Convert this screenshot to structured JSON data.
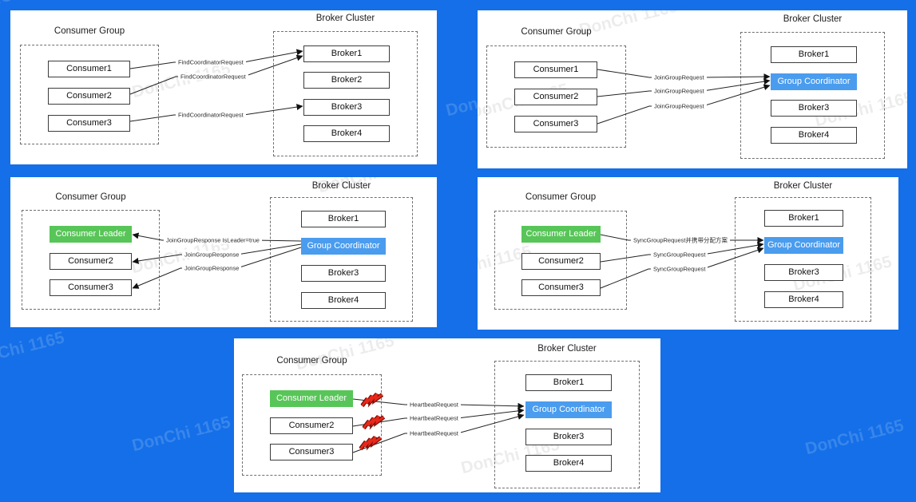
{
  "watermark": "DonChi 1165",
  "colors": {
    "background": "#146fe8",
    "group_coordinator": "#4a9cee",
    "consumer_leader": "#58c558",
    "lightning_bolt": "#e8281a"
  },
  "panels": [
    {
      "consumer_group_title": "Consumer Group",
      "broker_cluster_title": "Broker Cluster",
      "consumers": [
        "Consumer1",
        "Consumer2",
        "Consumer3"
      ],
      "brokers": [
        "Broker1",
        "Broker2",
        "Broker3",
        "Broker4"
      ],
      "messages": [
        "FindCoordinatorRequest",
        "FindCoordinatorRequest",
        "FindCoordinatorRequest"
      ]
    },
    {
      "consumer_group_title": "Consumer Group",
      "broker_cluster_title": "Broker Cluster",
      "consumers": [
        "Consumer1",
        "Consumer2",
        "Consumer3"
      ],
      "brokers": [
        "Broker1",
        "Group Coordinator",
        "Broker3",
        "Broker4"
      ],
      "messages": [
        "JoinGroupRequest",
        "JoinGroupRequest",
        "JoinGroupRequest"
      ]
    },
    {
      "consumer_group_title": "Consumer Group",
      "broker_cluster_title": "Broker Cluster",
      "consumers": [
        "Consumer Leader",
        "Consumer2",
        "Consumer3"
      ],
      "brokers": [
        "Broker1",
        "Group Coordinator",
        "Broker3",
        "Broker4"
      ],
      "messages": [
        "JoinGroupResponse IsLeader=true",
        "JoinGroupResponse",
        "JoinGroupResponse"
      ]
    },
    {
      "consumer_group_title": "Consumer Group",
      "broker_cluster_title": "Broker Cluster",
      "consumers": [
        "Consumer Leader",
        "Consumer2",
        "Consumer3"
      ],
      "brokers": [
        "Broker1",
        "Group Coordinator",
        "Broker3",
        "Broker4"
      ],
      "messages": [
        "SyncGroupRequest并携带分配方案",
        "SyncGroupRequest",
        "SyncGroupRequest"
      ]
    },
    {
      "consumer_group_title": "Consumer Group",
      "broker_cluster_title": "Broker Cluster",
      "consumers": [
        "Consumer Leader",
        "Consumer2",
        "Consumer3"
      ],
      "brokers": [
        "Broker1",
        "Group Coordinator",
        "Broker3",
        "Broker4"
      ],
      "messages": [
        "HeartbeatRequest",
        "HeartbeatRequest",
        "HeartbeatRequest"
      ]
    }
  ]
}
